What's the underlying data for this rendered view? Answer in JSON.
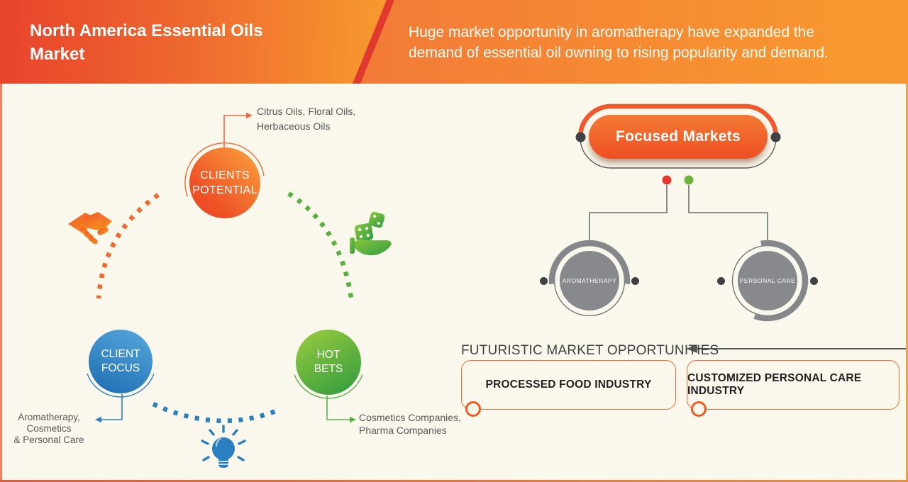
{
  "header": {
    "title": "North America Essential Oils\nMarket",
    "subtitle": "Huge market opportunity in aromatherapy have expanded the\ndemand of essential oil owning to rising popularity and demand."
  },
  "cycle": {
    "nodes": [
      {
        "id": "clients-potential",
        "label": "CLIENTS\nPOTENTIAL",
        "note": "Citrus Oils, Floral Oils,\nHerbaceous Oils",
        "color": "#f26a30"
      },
      {
        "id": "client-focus",
        "label": "CLIENT\nFOCUS",
        "note": "Aromatherapy,\nCosmetics\n& Personal Care",
        "color": "#2a7fc1"
      },
      {
        "id": "hot-bets",
        "label": "HOT\nBETS",
        "note": "Cosmetics Companies,\nPharma Companies",
        "color": "#56b447"
      }
    ],
    "icons": [
      "handshake-icon",
      "dice-hand-icon",
      "lightbulb-icon"
    ]
  },
  "focused_markets": {
    "title": "Focused Markets",
    "branches": [
      {
        "label": "AROMATHERAPY",
        "dot_color": "#e23b2e"
      },
      {
        "label": "PERSONAL CARE",
        "dot_color": "#6fb43d"
      }
    ]
  },
  "opportunities": {
    "heading": "FUTURISTIC MARKET OPPORTUNITIES",
    "items": [
      {
        "label": "PROCESSED FOOD INDUSTRY"
      },
      {
        "label": "CUSTOMIZED PERSONAL CARE INDUSTRY"
      }
    ]
  },
  "colors": {
    "background": "#faf8ec",
    "accent_orange": "#f26a30",
    "accent_blue": "#2a7fc1",
    "accent_green": "#56b447",
    "gray": "#808184",
    "dark": "#414042"
  }
}
